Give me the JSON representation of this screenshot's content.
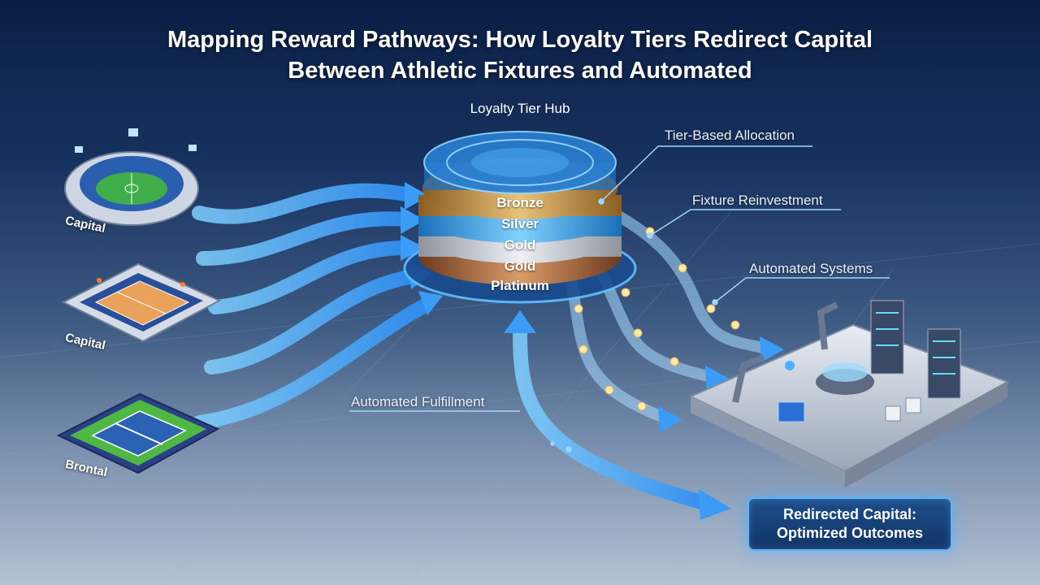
{
  "title": {
    "line1": "Mapping Reward Pathways: How Loyalty Tiers Redirect Capital",
    "line2": "Between Athletic Fixtures and Automated"
  },
  "hub": {
    "title": "Loyalty Tier Hub",
    "tiers": [
      "Bronze",
      "Silver",
      "Gold",
      "Gold",
      "Platinum"
    ]
  },
  "callouts": {
    "tier_allocation": "Tier-Based Allocation",
    "fixture_reinvestment": "Fixture Reinvestment",
    "automated_systems": "Automated Systems",
    "automated_fulfillment": "Automated Fulfillment"
  },
  "venues": [
    {
      "name": "stadium",
      "label": "Capital"
    },
    {
      "name": "basketball-arena",
      "label": "Capital"
    },
    {
      "name": "tennis-court",
      "label": "Brontal"
    }
  ],
  "outcome": {
    "line1": "Redirected Capital:",
    "line2": "Optimized Outcomes"
  },
  "colors": {
    "arrow": "#4fb0ff",
    "bronze": "#b98a3e",
    "silver": "#3aa2e8",
    "gold": "#c9ccd2",
    "platinum": "#a0653e"
  }
}
